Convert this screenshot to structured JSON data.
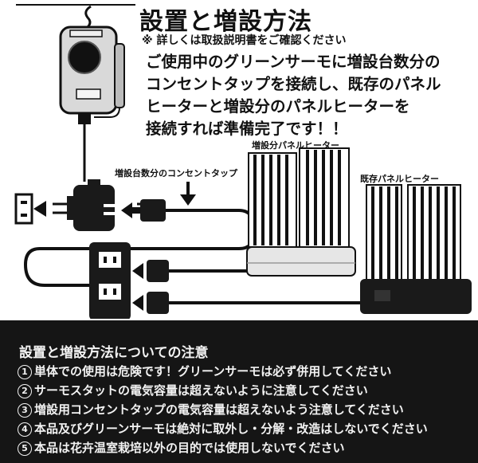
{
  "header": {
    "title": "設置と増設方法",
    "note": "※ 詳しくは取扱説明書をご確認ください"
  },
  "instructions": {
    "line1": "ご使用中のグリーンサーモに増設台数分の",
    "line2": "コンセントタップを接続し、既存のパネル",
    "line3": "ヒーターと増設分のパネルヒーターを",
    "line4": "接続すれば準備完了です！！"
  },
  "diagram": {
    "outlet_tap_label": "増設台数分のコンセントタップ",
    "added_heater_label": "増設分パネルヒーター",
    "existing_heater_label": "既存パネルヒーター"
  },
  "cautions": {
    "title": "設置と増設方法についての注意",
    "items": [
      {
        "num": "1",
        "text": "単体での使用は危険です！グリーンサーモは必ず併用してください"
      },
      {
        "num": "2",
        "text": "サーモスタットの電気容量は超えないように注意してください"
      },
      {
        "num": "3",
        "text": "増設用コンセントタップの電気容量は超えないよう注意してください"
      },
      {
        "num": "4",
        "text": "本品及びグリーンサーモは絶対に取外し・分解・改造はしないでください"
      },
      {
        "num": "5",
        "text": "本品は花卉温室栽培以外の目的では使用しないでください"
      }
    ]
  },
  "colors": {
    "ink": "#111111",
    "band": "#151515",
    "band_text": "#f2f2f2"
  }
}
